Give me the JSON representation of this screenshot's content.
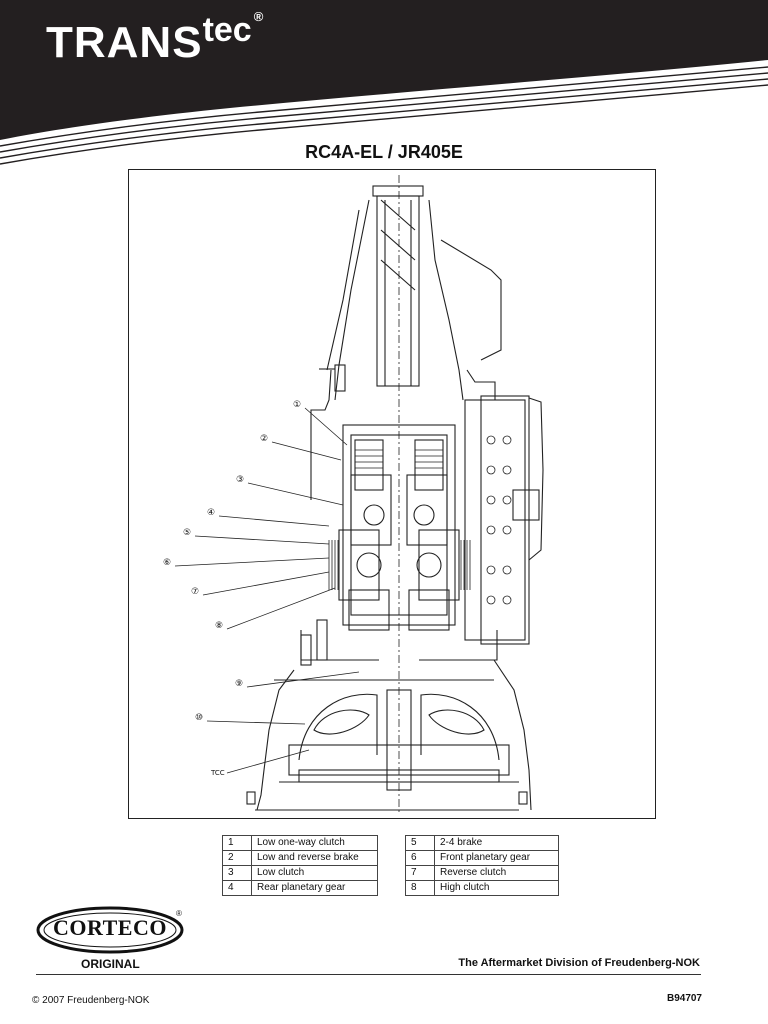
{
  "brand": {
    "main": "TRANS",
    "superscript": "tec",
    "registered": "®"
  },
  "title": "RC4A-EL / JR405E",
  "diagram": {
    "callouts": [
      "①",
      "②",
      "③",
      "④",
      "⑤",
      "⑥",
      "⑦",
      "⑧",
      "⑨",
      "⑩"
    ],
    "tcc_label": "TCC"
  },
  "legend_left": [
    {
      "num": "1",
      "label": "Low one-way clutch"
    },
    {
      "num": "2",
      "label": "Low and reverse brake"
    },
    {
      "num": "3",
      "label": "Low clutch"
    },
    {
      "num": "4",
      "label": "Rear planetary gear"
    }
  ],
  "legend_right": [
    {
      "num": "5",
      "label": "2-4 brake"
    },
    {
      "num": "6",
      "label": "Front planetary gear"
    },
    {
      "num": "7",
      "label": "Reverse clutch"
    },
    {
      "num": "8",
      "label": "High clutch"
    }
  ],
  "footer": {
    "logo_text": "CORTECO",
    "logo_registered": "®",
    "logo_sub": "ORIGINAL",
    "tagline": "The Aftermarket Division of Freudenberg-NOK",
    "copyright": "© 2007  Freudenberg-NOK",
    "doc_code": "B94707"
  }
}
